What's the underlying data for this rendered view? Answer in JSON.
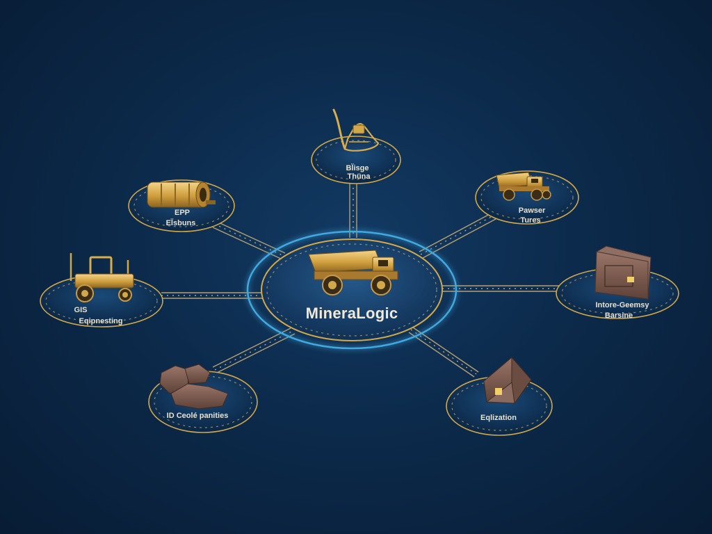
{
  "hub": {
    "label": "MineraLogic",
    "icon": "mining-truck-icon"
  },
  "nodes": [
    {
      "id": "top",
      "line1": "Bl̈isge",
      "line2": "Thüna",
      "icon": "pickaxe-crane-icon"
    },
    {
      "id": "upper-left",
      "line1": "EPP",
      "line2": "El̈sbuns",
      "icon": "crusher-drum-icon"
    },
    {
      "id": "upper-right",
      "line1": "Pawser",
      "line2": "Tures",
      "icon": "dump-truck-icon"
    },
    {
      "id": "left",
      "line1": "GIS",
      "line2": "Eqipnesting",
      "icon": "tractor-icon"
    },
    {
      "id": "right",
      "line1": "Intore-Geemsy",
      "line2": "Barsine",
      "icon": "control-panel-icon"
    },
    {
      "id": "lower-left",
      "line1": "ID Ceolé panities",
      "line2": "",
      "icon": "ore-rocks-icon"
    },
    {
      "id": "lower-right",
      "line1": "Eqlization",
      "line2": "",
      "icon": "storehouse-icon"
    }
  ],
  "colors": {
    "background": "#0c2a4b",
    "gold": "#d2a94a",
    "hub_glow": "#3fa9e0",
    "rock": "#7a5a4f"
  }
}
